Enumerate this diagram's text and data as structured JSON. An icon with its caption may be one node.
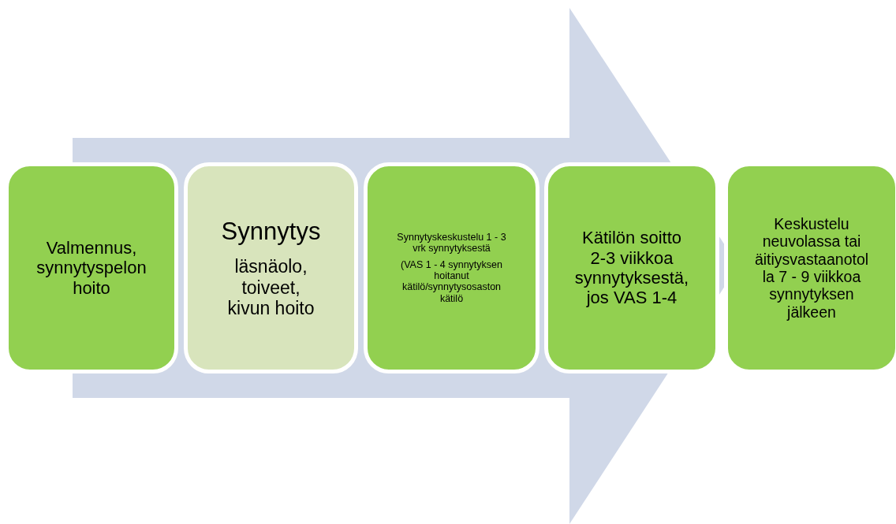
{
  "diagram": {
    "nodes": [
      {
        "text": [
          "Valmennus, synnytyspelon hoito"
        ]
      },
      {
        "text": [
          "Synnytys",
          "läsnäolo, toiveet, kivun hoito"
        ]
      },
      {
        "text": [
          "Synnytyskeskustelu 1 - 3 vrk synnytyksestä",
          "(VAS 1 - 4 synnytyksen hoitanut kätilö/synnytysosaston kätilö"
        ]
      },
      {
        "text": [
          "Kätilön soitto 2-3 viikkoa synnytyksestä, jos VAS 1-4"
        ]
      },
      {
        "text": [
          "Keskustelu neuvolassa tai äitiysvastaanotol la 7 - 9 viikkoa synnytyksen jälkeen"
        ]
      }
    ],
    "edges": [
      {
        "from": 0,
        "to": 4,
        "arrow": "to"
      }
    ]
  }
}
